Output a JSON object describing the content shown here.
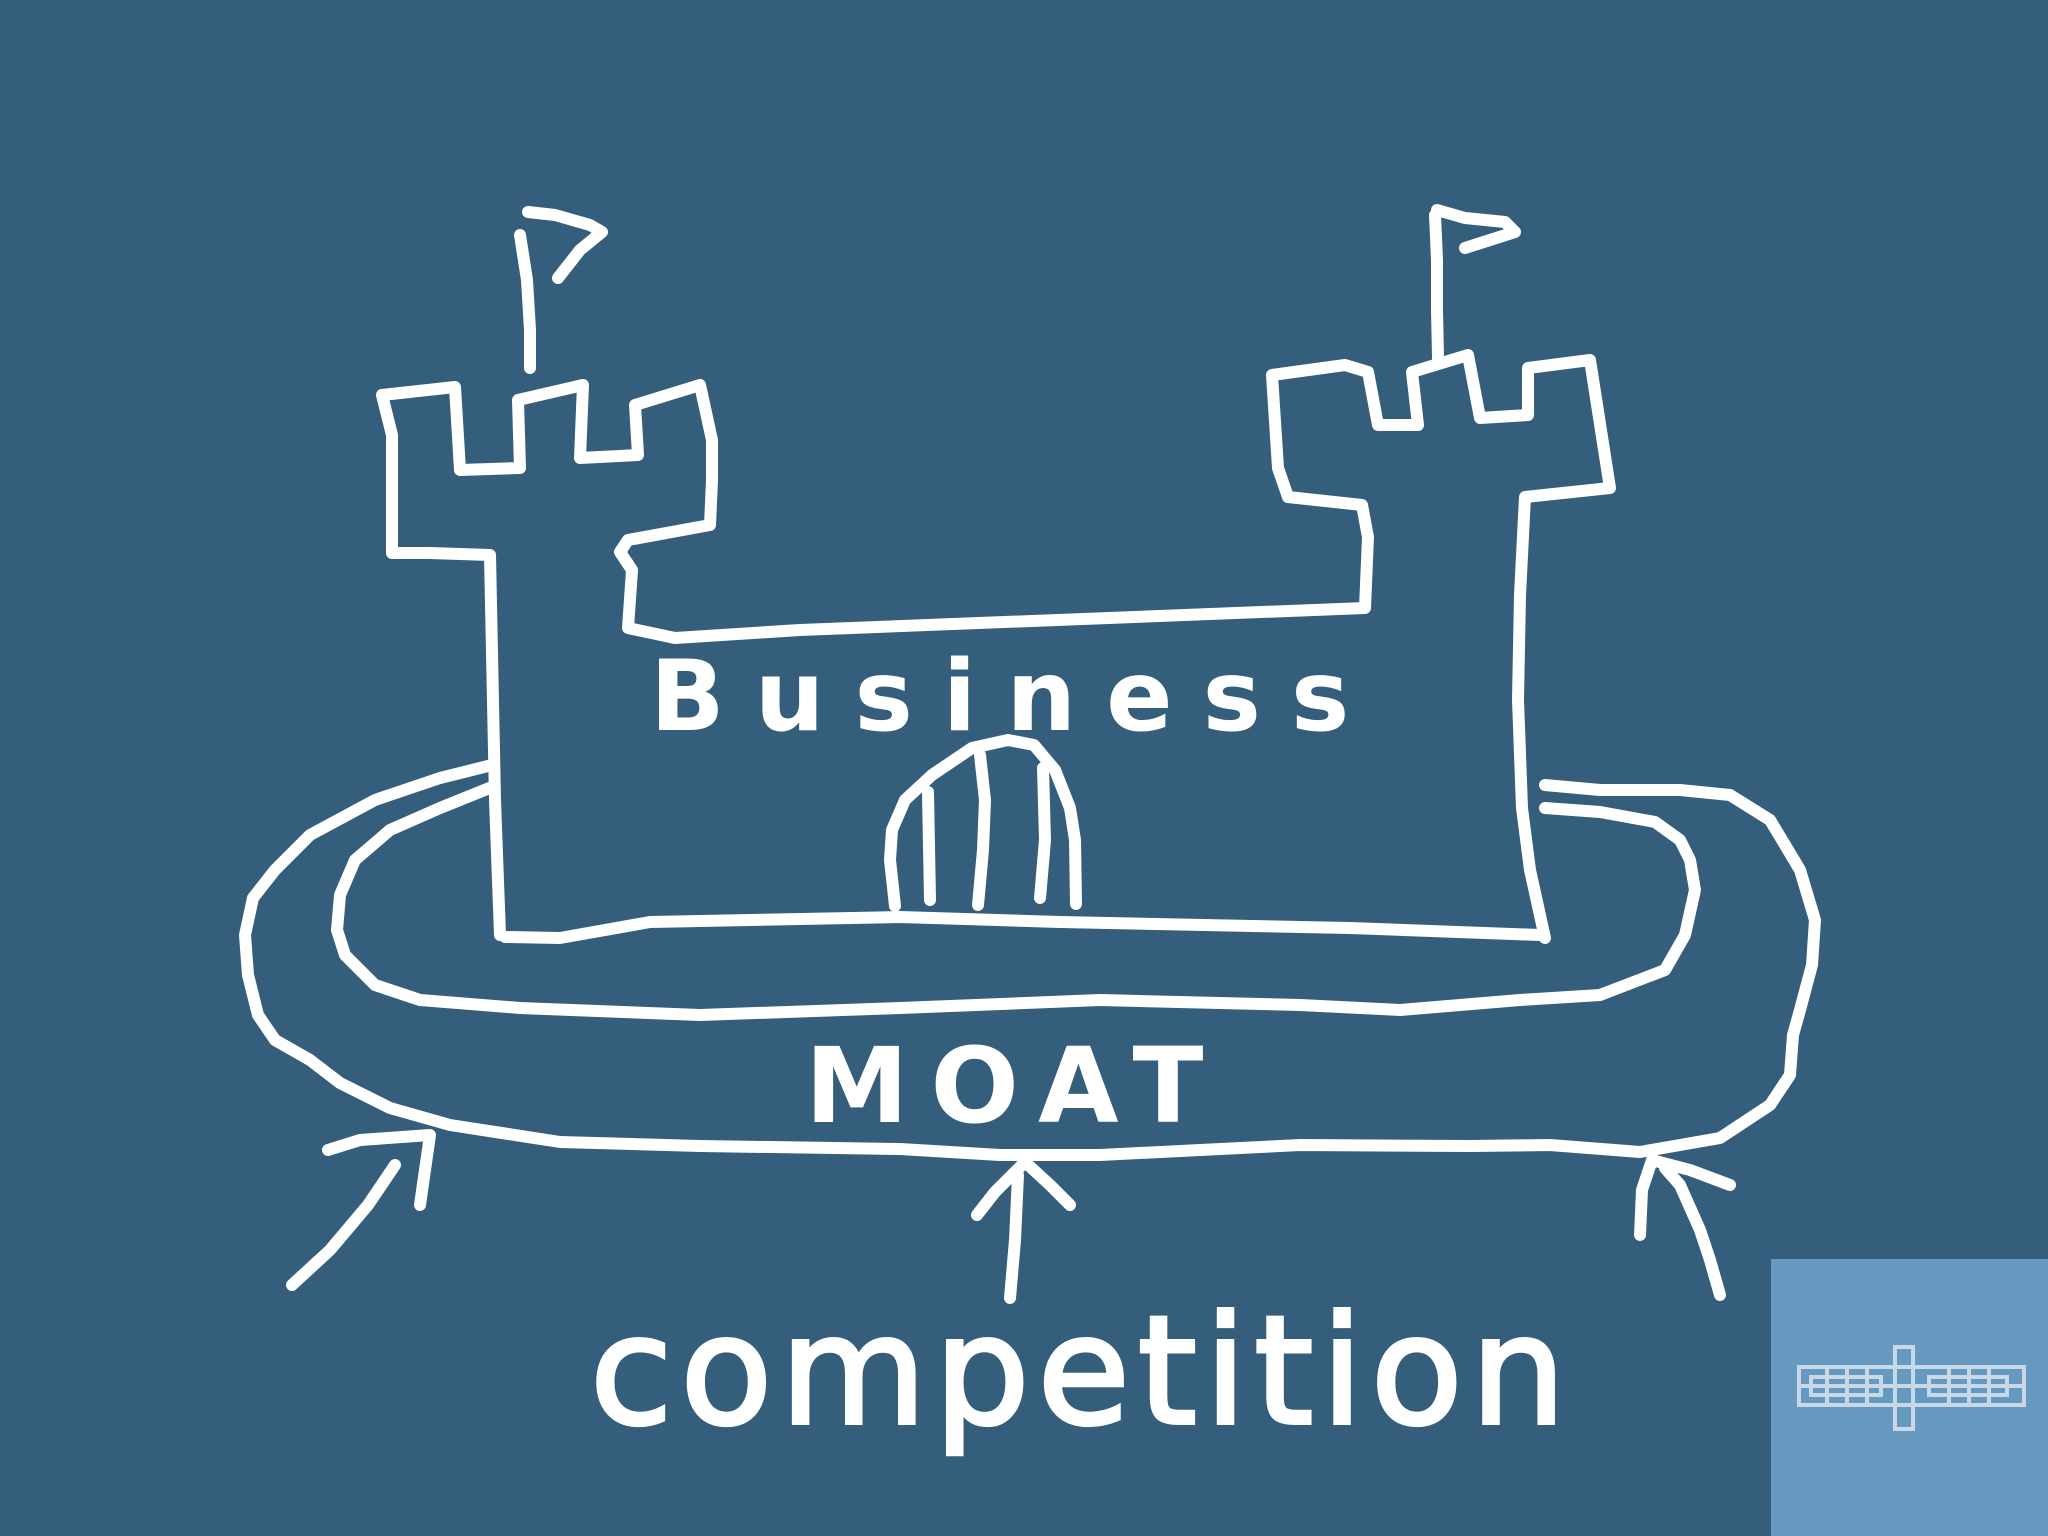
{
  "labels": {
    "business": "Business",
    "moat": "MOAT",
    "competition": "competition"
  },
  "colors": {
    "background": "#345e7c",
    "ink": "#ffffff",
    "watermark_bg": "#6699c0",
    "watermark_ink": "#c8d8e6"
  },
  "icons": {
    "watermark": "bridge-logo-icon"
  }
}
